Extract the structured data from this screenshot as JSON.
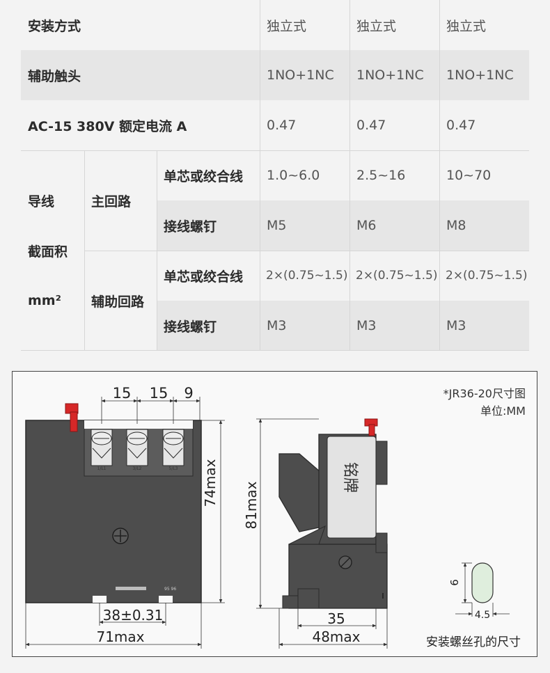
{
  "table": {
    "header": {
      "label": "安装方式",
      "values": [
        "独立式",
        "独立式",
        "独立式"
      ]
    },
    "aux_contact": {
      "label": "辅助触头",
      "values": [
        "1NO+1NC",
        "1NO+1NC",
        "1NO+1NC"
      ]
    },
    "current": {
      "label": "AC-15 380V 额定电流 A",
      "values": [
        "0.47",
        "0.47",
        "0.47"
      ]
    },
    "wire": {
      "group_line1": "导线",
      "group_line2": "截面积",
      "group_line3": "mm²",
      "main_circuit": {
        "label": "主回路",
        "single_core": {
          "label": "单芯或绞合线",
          "values": [
            "1.0~6.0",
            "2.5~16",
            "10~70"
          ]
        },
        "screw": {
          "label": "接线螺钉",
          "values": [
            "M5",
            "M6",
            "M8"
          ]
        }
      },
      "aux_circuit": {
        "label": "辅助回路",
        "single_core": {
          "label": "单芯或绞合线",
          "values": [
            "2×(0.75~1.5)",
            "2×(0.75~1.5)",
            "2×(0.75~1.5)"
          ]
        },
        "screw": {
          "label": "接线螺钉",
          "values": [
            "M3",
            "M3",
            "M3"
          ]
        }
      }
    }
  },
  "drawing": {
    "title_note": "*JR36-20尺寸图",
    "unit_note": "单位:MM",
    "front": {
      "pitch1": "15",
      "pitch2": "15",
      "pitch3": "9",
      "height": "74max",
      "hole_spacing": "38±0.31",
      "width": "71max",
      "terminal_marks": [
        "1/L1",
        "3/L2",
        "5/L3"
      ],
      "small_mark": "95 96"
    },
    "side": {
      "height": "81max",
      "depth_inner": "35",
      "depth": "48max",
      "nameplate": "铭牌"
    },
    "hole": {
      "height": "6",
      "width": "4.5",
      "caption": "安装螺丝孔的尺寸"
    }
  },
  "colors": {
    "accent_red": "#d62828",
    "body_dark": "#505050",
    "shade": "#e6e6e6"
  }
}
